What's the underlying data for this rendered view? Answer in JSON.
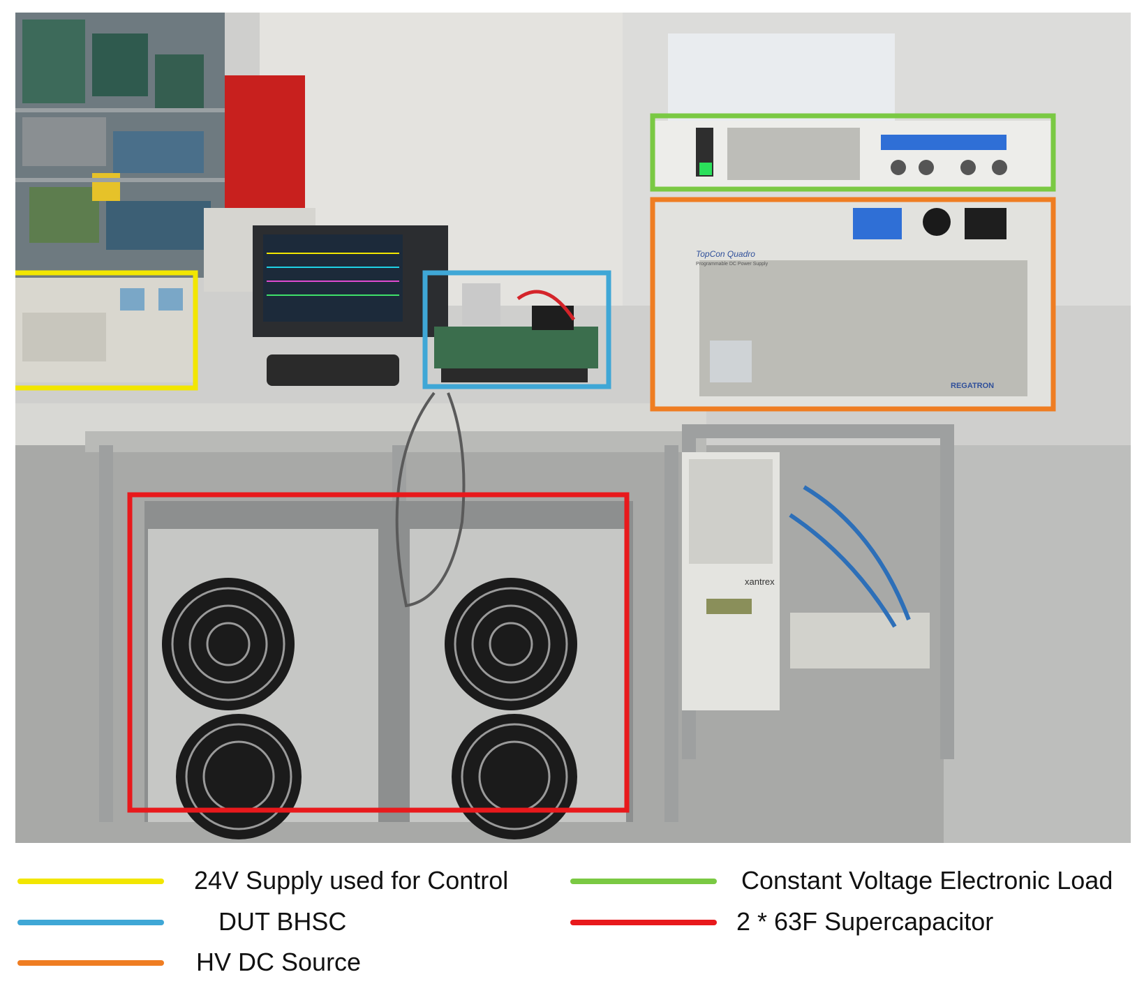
{
  "photo": {
    "scene": "lab bench test setup",
    "annotation_boxes": [
      {
        "id": "yellow",
        "color": "#f2e600"
      },
      {
        "id": "blue",
        "color": "#3fa7d6"
      },
      {
        "id": "green",
        "color": "#7ac943"
      },
      {
        "id": "orange",
        "color": "#ef7d22"
      },
      {
        "id": "red",
        "color": "#e8191c"
      }
    ]
  },
  "legend": {
    "items": [
      {
        "label": "24V Supply used for Control",
        "color": "#f2e600"
      },
      {
        "label": "DUT BHSC",
        "color": "#3fa7d6"
      },
      {
        "label": "HV DC Source",
        "color": "#ef7d22"
      },
      {
        "label": "Constant Voltage Electronic Load",
        "color": "#7ac943"
      },
      {
        "label": "2 * 63F Supercapacitor",
        "color": "#e8191c"
      }
    ]
  },
  "device_text": {
    "topcon": "TopCon Quadro",
    "topcon_sub": "Programmable DC Power Supply",
    "regatron": "REGATRON",
    "xantrex": "xantrex"
  }
}
